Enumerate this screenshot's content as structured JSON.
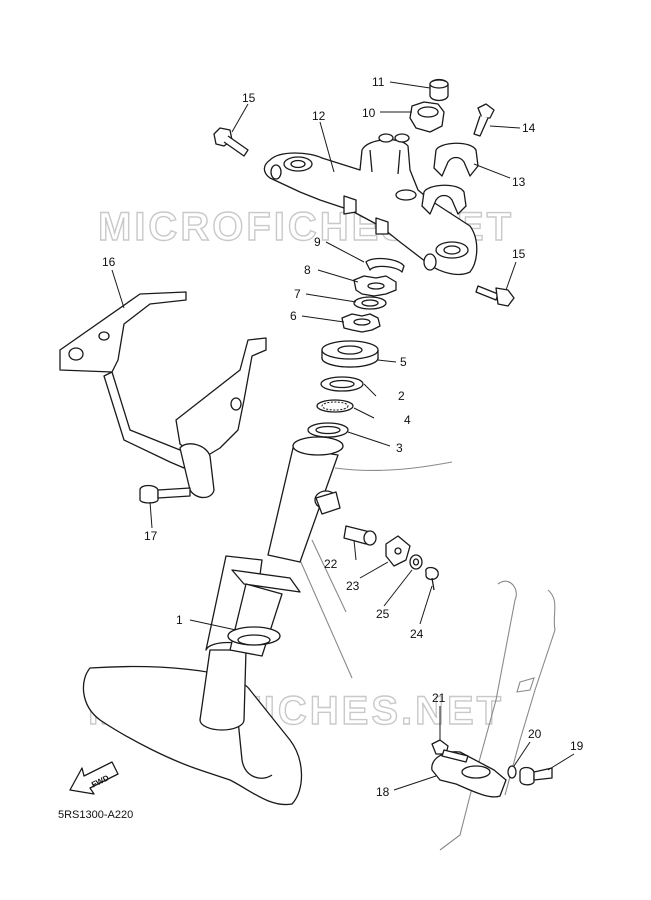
{
  "watermark": {
    "text": "MICROFICHES.NET"
  },
  "diagram_code": "5RS1300-A220",
  "fwd_label": "FWD",
  "callouts": {
    "c1": "1",
    "c2": "2",
    "c3": "3",
    "c4": "4",
    "c5": "5",
    "c6": "6",
    "c7": "7",
    "c8": "8",
    "c9": "9",
    "c10": "10",
    "c11": "11",
    "c12": "12",
    "c13": "13",
    "c14": "14",
    "c15a": "15",
    "c15b": "15",
    "c16": "16",
    "c17": "17",
    "c18": "18",
    "c19": "19",
    "c20": "20",
    "c21": "21",
    "c22": "22",
    "c23": "23",
    "c24": "24",
    "c25": "25"
  },
  "colors": {
    "line": "#1a1a1a",
    "watermark": "#c9c9c9",
    "ghost": "#8a8a8a"
  }
}
